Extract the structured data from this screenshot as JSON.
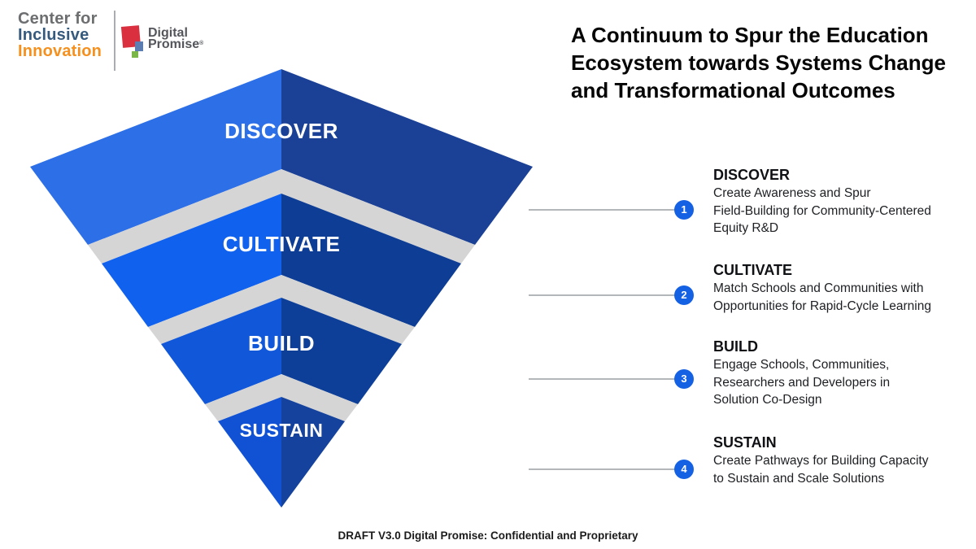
{
  "logo": {
    "org_lines": [
      {
        "text": "Center for",
        "color": "#6c6e70"
      },
      {
        "text": "Inclusive",
        "color": "#365a7e"
      },
      {
        "text": "Innovation",
        "color": "#f5901e"
      }
    ],
    "partner": {
      "name_line1": "Digital",
      "name_line2": "Promise",
      "registered_mark": "®",
      "text_color": "#54565b",
      "mark_colors": {
        "red": "#da2f3f",
        "blue": "#5b7db1",
        "green": "#7ab648"
      }
    }
  },
  "title": {
    "color": "#050505",
    "lines": [
      "A Continuum to Spur the Education",
      "Ecosystem towards Systems Change",
      "and Transformational Outcomes"
    ]
  },
  "pyramid": {
    "gap_color": "#d5d5d5",
    "label_color": "#ffffff",
    "layers": [
      {
        "label": "DISCOVER",
        "color_left": "#2d6fe7",
        "color_right": "#1b4196"
      },
      {
        "label": "CULTIVATE",
        "color_left": "#1061ee",
        "color_right": "#0d3d94"
      },
      {
        "label": "BUILD",
        "color_left": "#1157d9",
        "color_right": "#0d3f99"
      },
      {
        "label": "SUSTAIN",
        "color_left": "#1052d3",
        "color_right": "#14429c"
      }
    ]
  },
  "items": [
    {
      "number": "1",
      "heading": "DISCOVER",
      "body_lines": [
        "Create Awareness and Spur",
        "Field-Building for Community-Centered",
        "Equity R&D"
      ]
    },
    {
      "number": "2",
      "heading": "CULTIVATE",
      "body_lines": [
        "Match Schools and Communities with",
        "Opportunities for Rapid-Cycle Learning"
      ]
    },
    {
      "number": "3",
      "heading": "BUILD",
      "body_lines": [
        "Engage Schools, Communities,",
        "Researchers and Developers in",
        "Solution Co-Design"
      ]
    },
    {
      "number": "4",
      "heading": "SUSTAIN",
      "body_lines": [
        "Create Pathways for Building Capacity",
        "to Sustain and Scale Solutions"
      ]
    }
  ],
  "connector": {
    "line_color": "#b4b7ba",
    "circle_color": "#1561e4",
    "number_color": "#ffffff"
  },
  "footer": {
    "text": "DRAFT V3.0 Digital Promise: Confidential and Proprietary"
  }
}
